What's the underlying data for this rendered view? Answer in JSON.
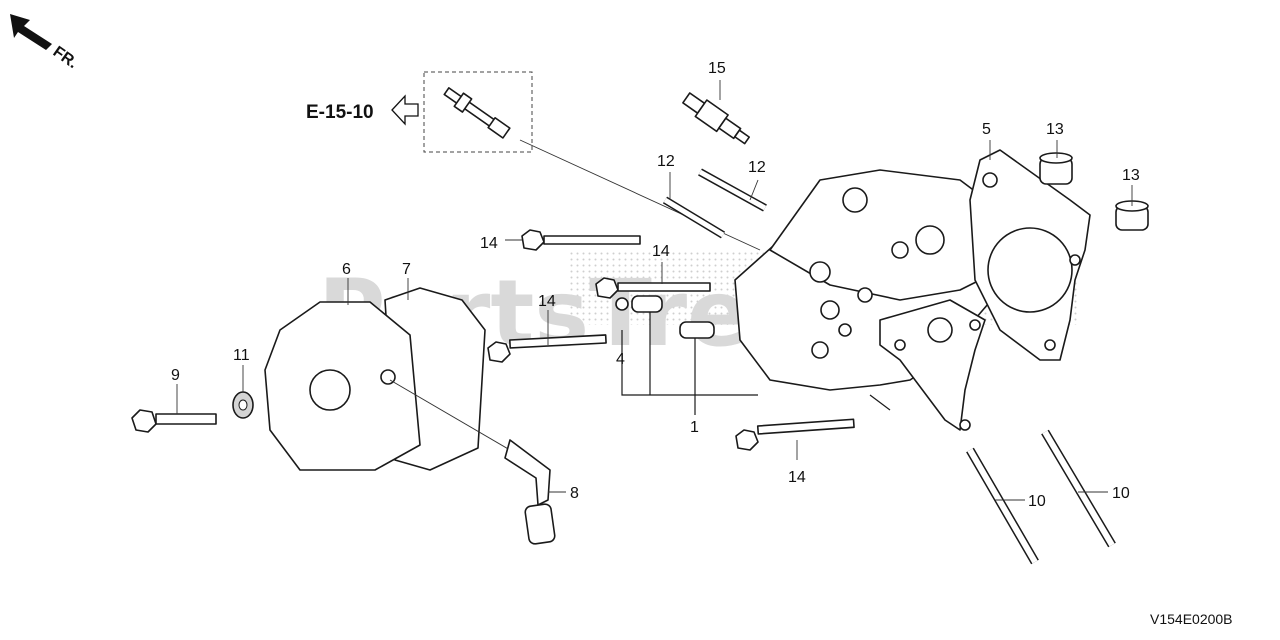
{
  "direction_label": "FR.",
  "reference_label": "E-15-10",
  "watermark": "PartsTree",
  "diagram_code": "V154E0200B",
  "callouts": {
    "c1": "1",
    "c4": "4",
    "c5": "5",
    "c6": "6",
    "c7": "7",
    "c8": "8",
    "c9": "9",
    "c10a": "10",
    "c10b": "10",
    "c11": "11",
    "c12a": "12",
    "c12b": "12",
    "c13a": "13",
    "c13b": "13",
    "c14a": "14",
    "c14b": "14",
    "c14c": "14",
    "c14d": "14",
    "c15": "15"
  },
  "colors": {
    "line": "#1a1a1a",
    "watermark": "#d9d9d9",
    "fill": "#ffffff",
    "shade": "#d4d4d4"
  },
  "icons": {
    "direction": "arrow-icon",
    "reference": "outline-arrow-icon"
  }
}
